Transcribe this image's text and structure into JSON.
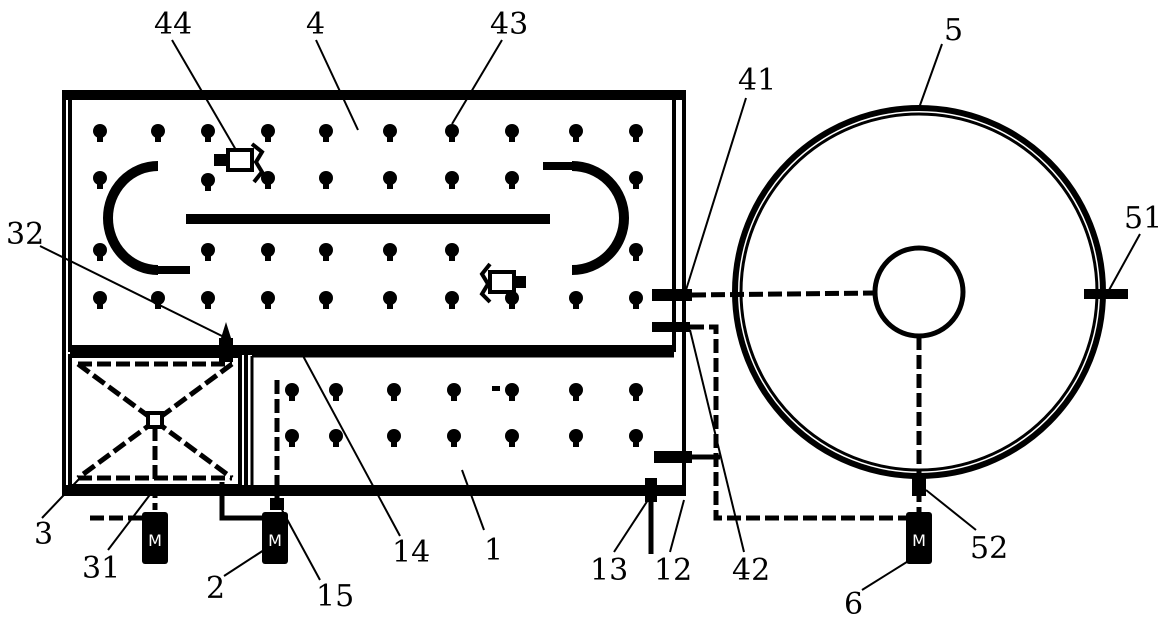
{
  "labels": {
    "l44": "44",
    "l4": "4",
    "l43": "43",
    "l41": "41",
    "l5": "5",
    "l51": "51",
    "l32": "32",
    "l3": "3",
    "l31": "31",
    "l2": "2",
    "l15": "15",
    "l14": "14",
    "l1": "1",
    "l13": "13",
    "l12": "12",
    "l42": "42",
    "l6": "6",
    "l52": "52",
    "motor_letter": "M"
  },
  "colors": {
    "ink": "#000000",
    "paper": "#ffffff"
  },
  "icons": {
    "diffuser": "bulb-diffuser-icon",
    "motor": "motor-pump-icon",
    "valve": "valve-icon"
  }
}
